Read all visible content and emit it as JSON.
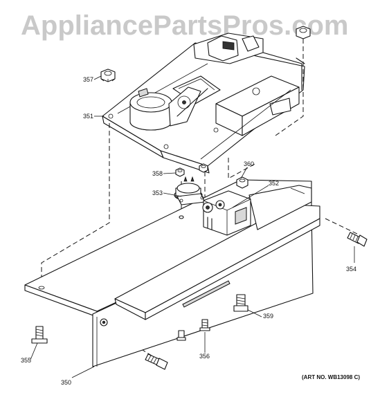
{
  "watermark": "AppliancePartsPros.com",
  "art_number": "(ART NO. WB13098 C)",
  "callouts": {
    "p350": "350",
    "p351": "351",
    "p352": "352",
    "p353": "353",
    "p354": "354",
    "p355": "355",
    "p356": "356",
    "p357": "357",
    "p358": "358",
    "p359": "359",
    "p360": "360"
  }
}
